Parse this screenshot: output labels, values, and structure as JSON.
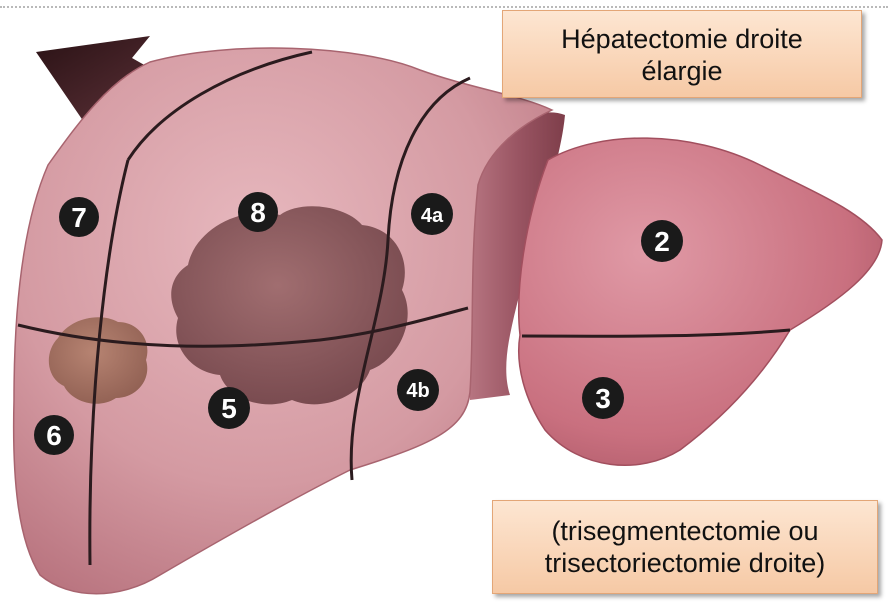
{
  "title_box": {
    "line1": "Hépatectomie droite",
    "line2": "élargie"
  },
  "subtitle_box": {
    "line1": "(trisegmentectomie ou",
    "line2": "trisectoriectomie droite)"
  },
  "segments": [
    {
      "id": "seg-7",
      "label": "7"
    },
    {
      "id": "seg-8",
      "label": "8"
    },
    {
      "id": "seg-4a",
      "label": "4a"
    },
    {
      "id": "seg-2",
      "label": "2"
    },
    {
      "id": "seg-6",
      "label": "6"
    },
    {
      "id": "seg-5",
      "label": "5"
    },
    {
      "id": "seg-4b",
      "label": "4b"
    },
    {
      "id": "seg-3",
      "label": "3"
    }
  ],
  "colors": {
    "liver": "#c97a86",
    "liver_light": "#dca3ab",
    "tumor": "#8e5a5e",
    "cut_surface": "#a05a66",
    "arrow": "#5a2a30",
    "marker": "#1a1a1a",
    "box": "#f8d3b6"
  }
}
